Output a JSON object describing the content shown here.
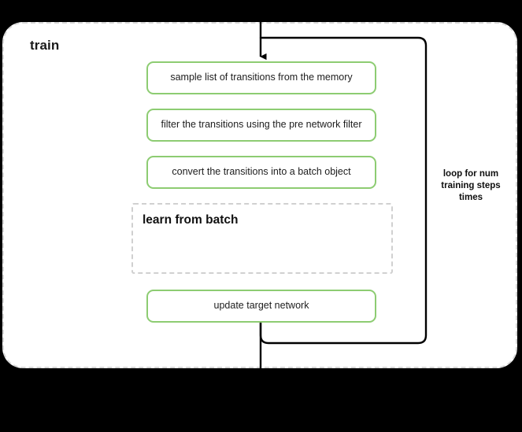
{
  "diagram": {
    "type": "flowchart",
    "background_color": "#000000",
    "canvas_color": "#ffffff",
    "accent_color": "#8dcc72",
    "line_color": "#000000",
    "dashed_border_color": "#d8d8d8"
  },
  "container": {
    "title": "train"
  },
  "steps": [
    {
      "id": "sample",
      "label": "sample list of transitions from the memory"
    },
    {
      "id": "filter",
      "label": "filter the transitions using the pre network filter"
    },
    {
      "id": "convert",
      "label": "convert the transitions into a batch object"
    },
    {
      "id": "update",
      "label": "update target network"
    }
  ],
  "learn_block": {
    "title": "learn from batch"
  },
  "loop": {
    "caption_line_1": "loop for num",
    "caption_line_2": "training steps",
    "caption_line_3": "times"
  }
}
